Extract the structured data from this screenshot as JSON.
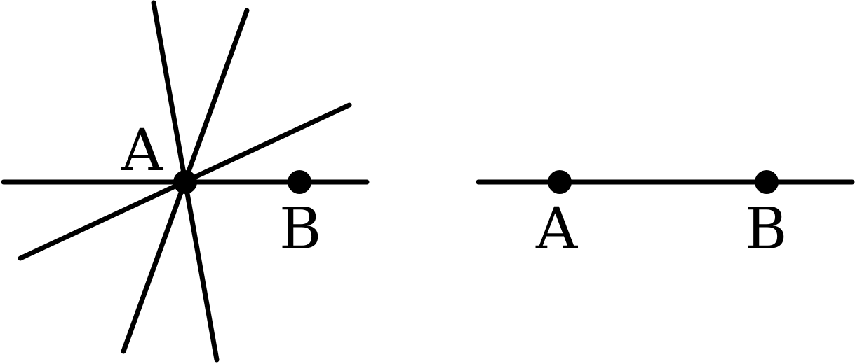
{
  "left_figure": {
    "point_a_label": "A",
    "point_b_label": "B"
  },
  "right_figure": {
    "point_a_label": "A",
    "point_b_label": "B"
  },
  "colors": {
    "ink": "#000000",
    "background": "#ffffff"
  }
}
